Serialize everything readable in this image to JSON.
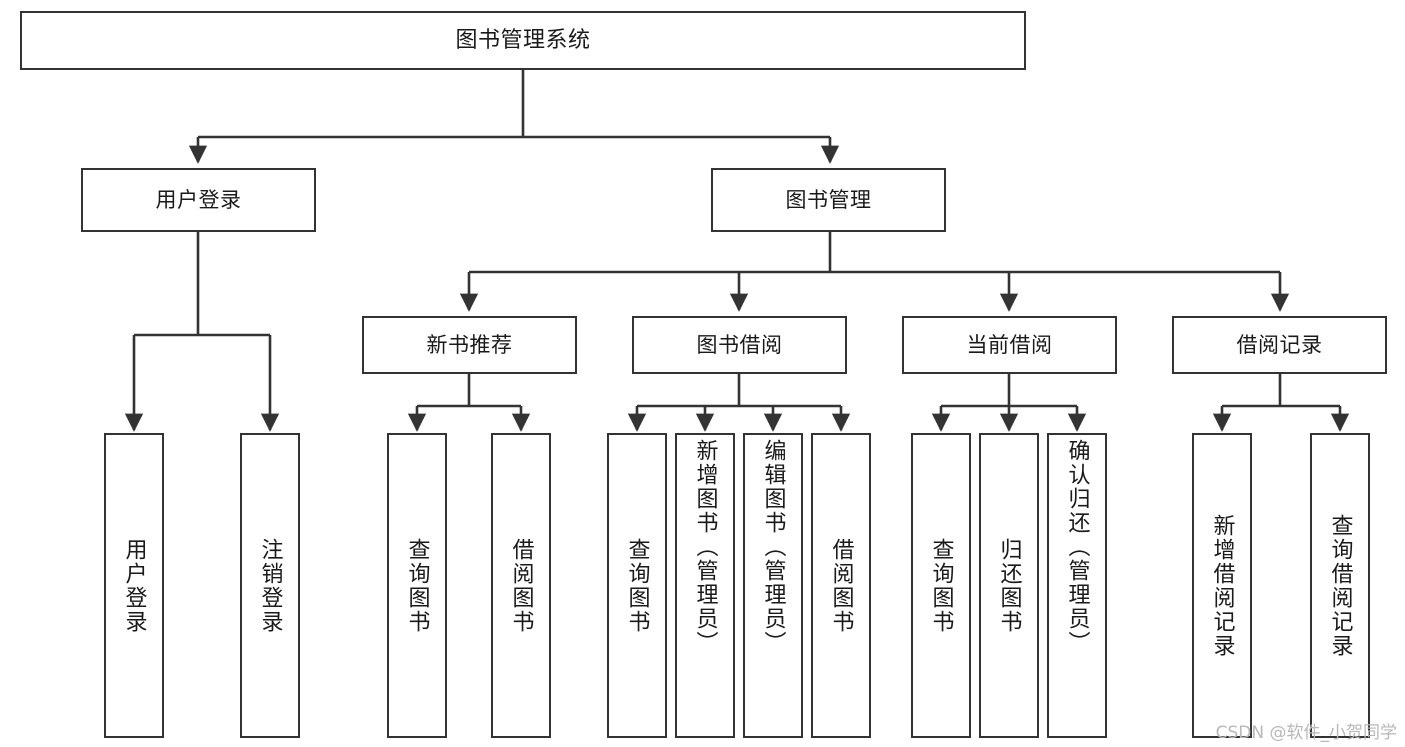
{
  "diagram": {
    "type": "tree-hierarchy",
    "title": "图书管理系统",
    "orientation": "top-down",
    "edge_style": "orthogonal-arrow",
    "colors": {
      "border": "#333333",
      "fill": "#ffffff",
      "text": "#1a1a1a",
      "watermark": "#b8b8b8"
    }
  },
  "root": {
    "label": "图书管理系统"
  },
  "level2": [
    {
      "id": "user-login",
      "label": "用户登录"
    },
    {
      "id": "book-manage",
      "label": "图书管理"
    }
  ],
  "level3": [
    {
      "id": "new-book-recommend",
      "label": "新书推荐"
    },
    {
      "id": "book-borrow",
      "label": "图书借阅"
    },
    {
      "id": "current-borrow",
      "label": "当前借阅"
    },
    {
      "id": "borrow-record",
      "label": "借阅记录"
    }
  ],
  "leaves": {
    "user_login": [
      {
        "id": "leaf-user-login",
        "label": "用户登录"
      },
      {
        "id": "leaf-user-logout",
        "label": "注销登录"
      }
    ],
    "new_book_recommend": [
      {
        "id": "leaf-query-book-1",
        "label": "查询图书"
      },
      {
        "id": "leaf-borrow-book-1",
        "label": "借阅图书"
      }
    ],
    "book_borrow": [
      {
        "id": "leaf-query-book-2",
        "label": "查询图书"
      },
      {
        "id": "leaf-add-book",
        "label": "新增图书（管理员）"
      },
      {
        "id": "leaf-edit-book",
        "label": "编辑图书（管理员）"
      },
      {
        "id": "leaf-borrow-book-2",
        "label": "借阅图书"
      }
    ],
    "current_borrow": [
      {
        "id": "leaf-query-book-3",
        "label": "查询图书"
      },
      {
        "id": "leaf-return-book",
        "label": "归还图书"
      },
      {
        "id": "leaf-confirm-return",
        "label": "确认归还（管理员）"
      }
    ],
    "borrow_record": [
      {
        "id": "leaf-add-record",
        "label": "新增借阅记录"
      },
      {
        "id": "leaf-query-record",
        "label": "查询借阅记录"
      }
    ]
  },
  "watermark": {
    "text": "CSDN @软件_小贺同学"
  }
}
